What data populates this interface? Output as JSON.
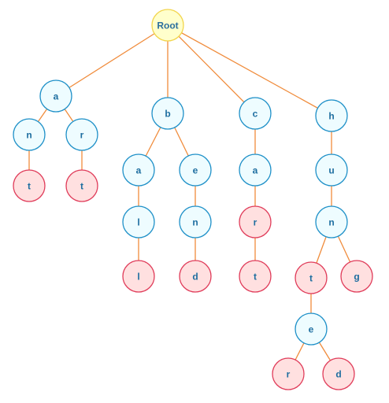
{
  "colors": {
    "edge": "#f08c3c",
    "root_fill": "#ffffcc",
    "root_stroke": "#f2d54c",
    "root_text": "#2a6e9e",
    "inner_fill": "#eefcff",
    "inner_stroke": "#1e90c8",
    "inner_text": "#1e6ea0",
    "leaf_fill": "#ffe0e0",
    "leaf_stroke": "#e03c5a",
    "leaf_text": "#1e6ea0"
  },
  "tree": {
    "root": {
      "label": "Root",
      "kind": "root"
    },
    "nodes": [
      {
        "id": "a1",
        "label": "a",
        "kind": "inner",
        "parent": "root"
      },
      {
        "id": "n1",
        "label": "n",
        "kind": "inner",
        "parent": "a1"
      },
      {
        "id": "t1",
        "label": "t",
        "kind": "leaf",
        "parent": "n1"
      },
      {
        "id": "r1",
        "label": "r",
        "kind": "inner",
        "parent": "a1"
      },
      {
        "id": "t2",
        "label": "t",
        "kind": "leaf",
        "parent": "r1"
      },
      {
        "id": "b",
        "label": "b",
        "kind": "inner",
        "parent": "root"
      },
      {
        "id": "a2",
        "label": "a",
        "kind": "inner",
        "parent": "b"
      },
      {
        "id": "l1",
        "label": "l",
        "kind": "inner",
        "parent": "a2"
      },
      {
        "id": "l2",
        "label": "l",
        "kind": "leaf",
        "parent": "l1"
      },
      {
        "id": "e1",
        "label": "e",
        "kind": "inner",
        "parent": "b"
      },
      {
        "id": "n2",
        "label": "n",
        "kind": "inner",
        "parent": "e1"
      },
      {
        "id": "d1",
        "label": "d",
        "kind": "leaf",
        "parent": "n2"
      },
      {
        "id": "c",
        "label": "c",
        "kind": "inner",
        "parent": "root"
      },
      {
        "id": "a3",
        "label": "a",
        "kind": "inner",
        "parent": "c"
      },
      {
        "id": "r2",
        "label": "r",
        "kind": "leaf",
        "parent": "a3"
      },
      {
        "id": "t3",
        "label": "t",
        "kind": "leaf",
        "parent": "r2"
      },
      {
        "id": "h",
        "label": "h",
        "kind": "inner",
        "parent": "root"
      },
      {
        "id": "u",
        "label": "u",
        "kind": "inner",
        "parent": "h"
      },
      {
        "id": "n3",
        "label": "n",
        "kind": "inner",
        "parent": "u"
      },
      {
        "id": "t4",
        "label": "t",
        "kind": "leaf",
        "parent": "n3"
      },
      {
        "id": "e2",
        "label": "e",
        "kind": "inner",
        "parent": "t4"
      },
      {
        "id": "r3",
        "label": "r",
        "kind": "leaf",
        "parent": "e2"
      },
      {
        "id": "d2",
        "label": "d",
        "kind": "leaf",
        "parent": "e2"
      },
      {
        "id": "g",
        "label": "g",
        "kind": "leaf",
        "parent": "n3"
      }
    ]
  }
}
